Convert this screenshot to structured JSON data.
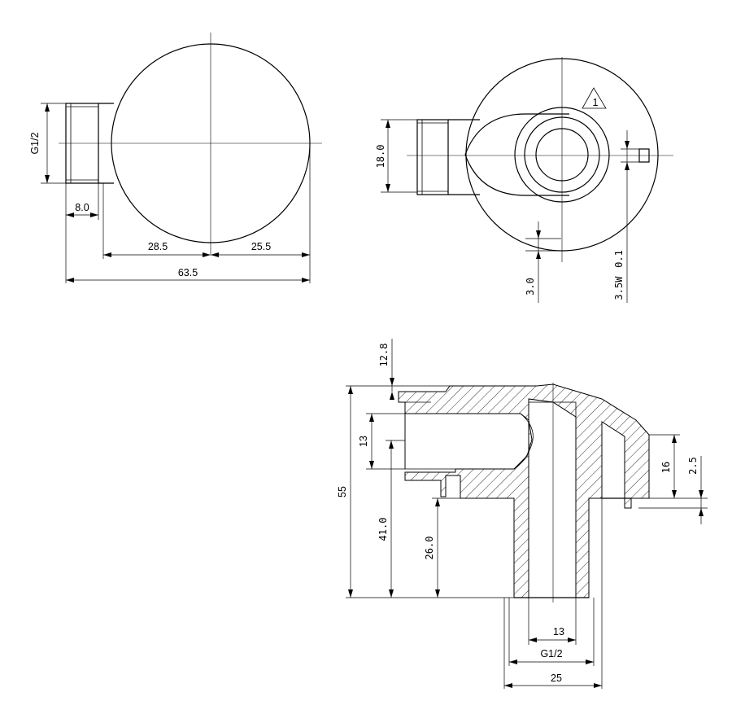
{
  "front_view": {
    "thread_label": "G1/2",
    "nipple_length": "8.0",
    "left_offset": "28.5",
    "right_offset": "25.5",
    "overall_length": "63.5"
  },
  "top_view": {
    "nipple_diameter": "18.0",
    "wall_thickness": "3.0",
    "slot_label": "3.5W",
    "slot_depth": "0.1",
    "note_marker": "1"
  },
  "section_view": {
    "top_offset": "12.8",
    "total_height": "55",
    "inner_height": "41.0",
    "outlet_height": "26.0",
    "bore": "13",
    "cap_height": "16",
    "cap_step": "2.5",
    "bottom_bore": "13",
    "bottom_thread": "G1/2",
    "bottom_outer": "25"
  }
}
